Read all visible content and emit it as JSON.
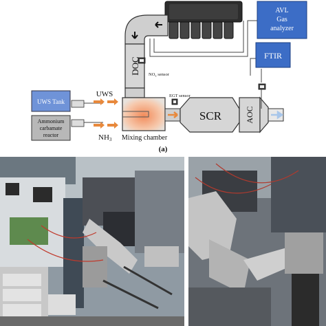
{
  "diagram": {
    "avl_line1": "AVL",
    "avl_line2": "Gas",
    "avl_line3": "analyzer",
    "ftir": "FTIR",
    "uws_tank": "UWS Tank",
    "ammonium_line1": "Ammonium",
    "ammonium_line2": "carbamate",
    "ammonium_line3": "reactor",
    "uws": "UWS",
    "nh3_base": "NH",
    "nh3_sub": "3",
    "doc": "DOC",
    "nox_base": "NO",
    "nox_sub": "x",
    "nox_rest": " sensor",
    "egt_sensor": "EGT sensor",
    "mixing_chamber": "Mixing chamber",
    "scr": "SCR",
    "aoc": "AOC",
    "caption": "(a)"
  },
  "colors": {
    "arrow_orange": "#e8893c",
    "uws_tank_blue": "#6f93d8",
    "duct_grey": "#cfcfcf",
    "outline": "#333333",
    "outlet_blue": "#a8c6ea"
  },
  "icons": {
    "engine": "engine-block-icon",
    "sensor": "sensor-probe-icon"
  }
}
